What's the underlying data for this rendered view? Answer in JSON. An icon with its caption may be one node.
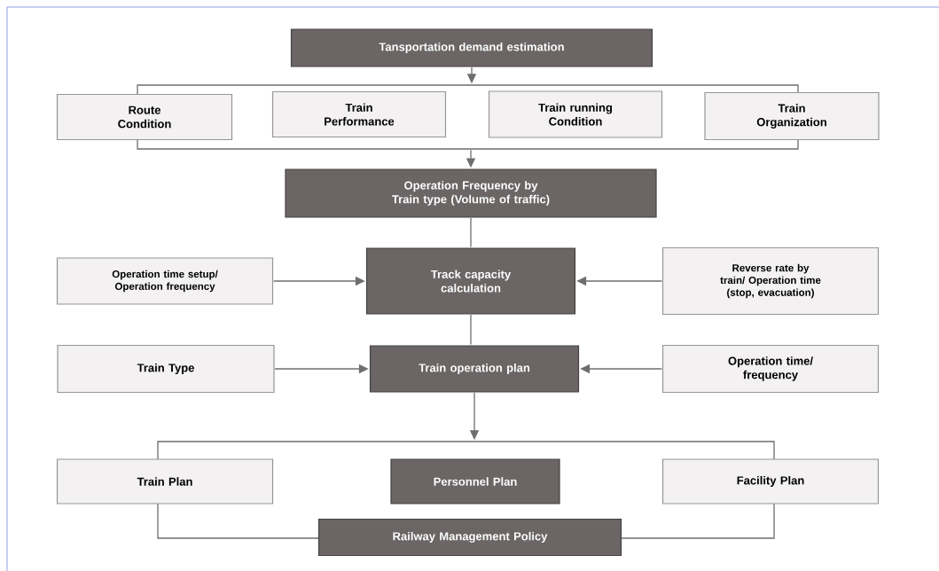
{
  "diagram": {
    "nodes": [
      {
        "text": [
          "Tansportation demand estimation"
        ]
      },
      {
        "text": [],
        "shape": "box"
      },
      {
        "text": [
          "Route Condition"
        ]
      },
      {
        "text": [
          "Train Performance"
        ],
        "in": 1
      },
      {
        "text": [
          "Train running Condition"
        ],
        "in": 1
      },
      {
        "text": [
          "Train Organization"
        ]
      },
      {
        "text": [
          "Operation Frequency by Train type (Volume of traffic)"
        ]
      },
      {
        "text": [
          "Track capacity calculation"
        ]
      },
      {
        "text": [
          "Operation time setup/ Operation frequency"
        ]
      },
      {
        "text": [
          "Reverse rate by train/ Operation time (stop, evacuation)"
        ]
      },
      {
        "text": [
          "Train operation plan"
        ]
      },
      {
        "text": [
          "Train Type"
        ]
      },
      {
        "text": [
          "Operation time/ frequency"
        ]
      },
      {
        "text": [],
        "shape": "box"
      },
      {
        "text": [
          "Train Plan"
        ]
      },
      {
        "text": [
          "Personnel Plan"
        ],
        "in": 13
      },
      {
        "text": [
          "Facility Plan"
        ]
      },
      {
        "text": [
          "Railway Management Policy"
        ]
      }
    ],
    "edges": [
      {
        "from": 0,
        "to": 1,
        "arrow": "to"
      },
      {
        "from": 1,
        "to": 6,
        "arrow": "to"
      },
      {
        "from": 6,
        "to": 7,
        "arrow": "none"
      },
      {
        "from": 8,
        "to": 7,
        "arrow": "to"
      },
      {
        "from": 9,
        "to": 7,
        "arrow": "to"
      },
      {
        "from": 7,
        "to": 10,
        "arrow": "none"
      },
      {
        "from": 11,
        "to": 10,
        "arrow": "to"
      },
      {
        "from": 12,
        "to": 10,
        "arrow": "to"
      },
      {
        "from": 10,
        "to": 13,
        "arrow": "to"
      }
    ]
  }
}
